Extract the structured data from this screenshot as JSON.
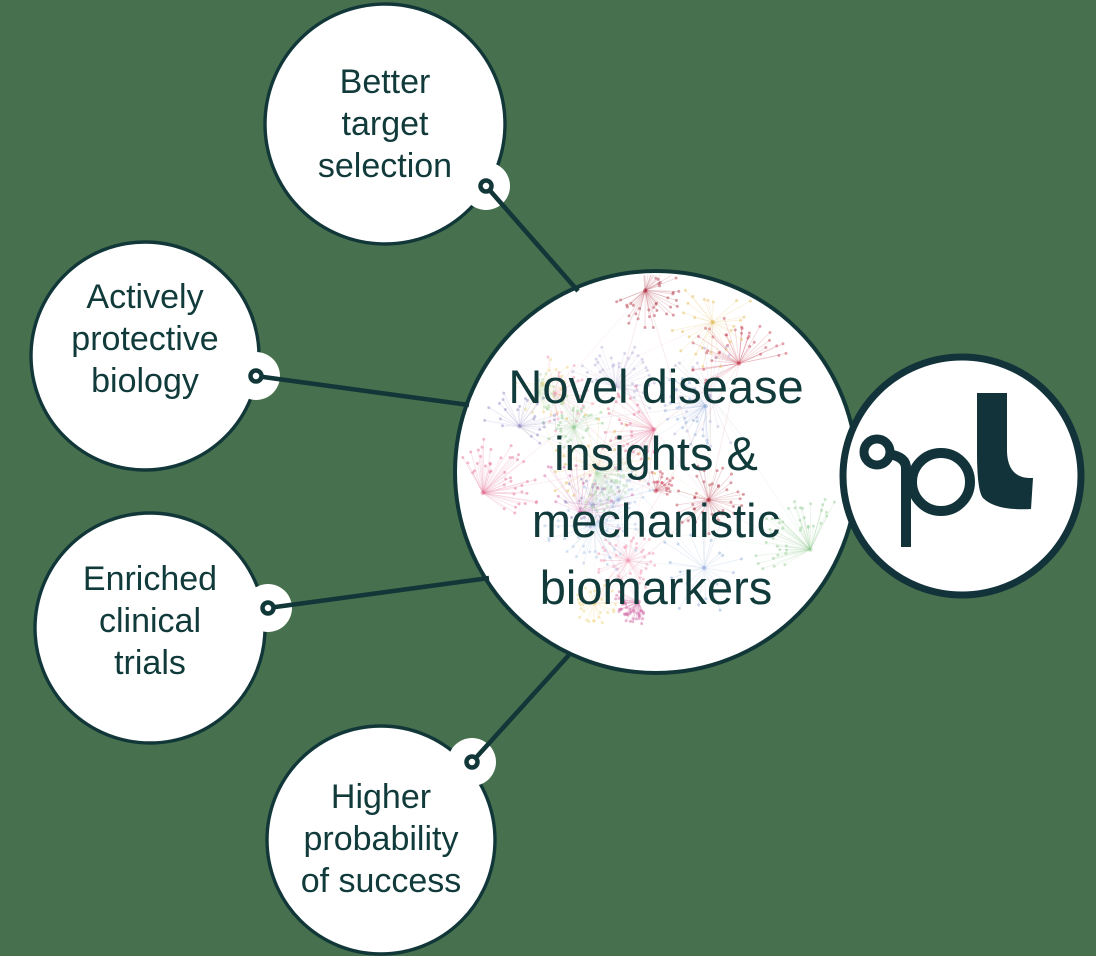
{
  "colors": {
    "background": "#47714e",
    "ink": "#123739",
    "logo_ink": "#12333a",
    "node_fill": "#ffffff"
  },
  "center": {
    "lines": [
      "Novel disease",
      "insights &",
      "mechanistic",
      "biomarkers"
    ]
  },
  "satellites": [
    {
      "id": "better-target-selection",
      "lines": [
        "Better",
        "target",
        "selection"
      ]
    },
    {
      "id": "actively-protective-biology",
      "lines": [
        "Actively",
        "protective",
        "biology"
      ]
    },
    {
      "id": "enriched-clinical-trials",
      "lines": [
        "Enriched",
        "clinical",
        "trials"
      ]
    },
    {
      "id": "higher-probability-of-success",
      "lines": [
        "Higher",
        "probability",
        "of success"
      ]
    }
  ],
  "logo": {
    "letters": "pl",
    "mark": "degree-ring"
  },
  "network": {
    "seed": 11,
    "clusters": 26,
    "colors": [
      "#e2b84e",
      "#edd27a",
      "#c53a4e",
      "#b03040",
      "#ef93ae",
      "#e26a8f",
      "#8f84c0",
      "#b4aad6",
      "#89a8d8",
      "#a9c4e6",
      "#8fca8f",
      "#b5dcb0",
      "#cf5f9f"
    ]
  }
}
